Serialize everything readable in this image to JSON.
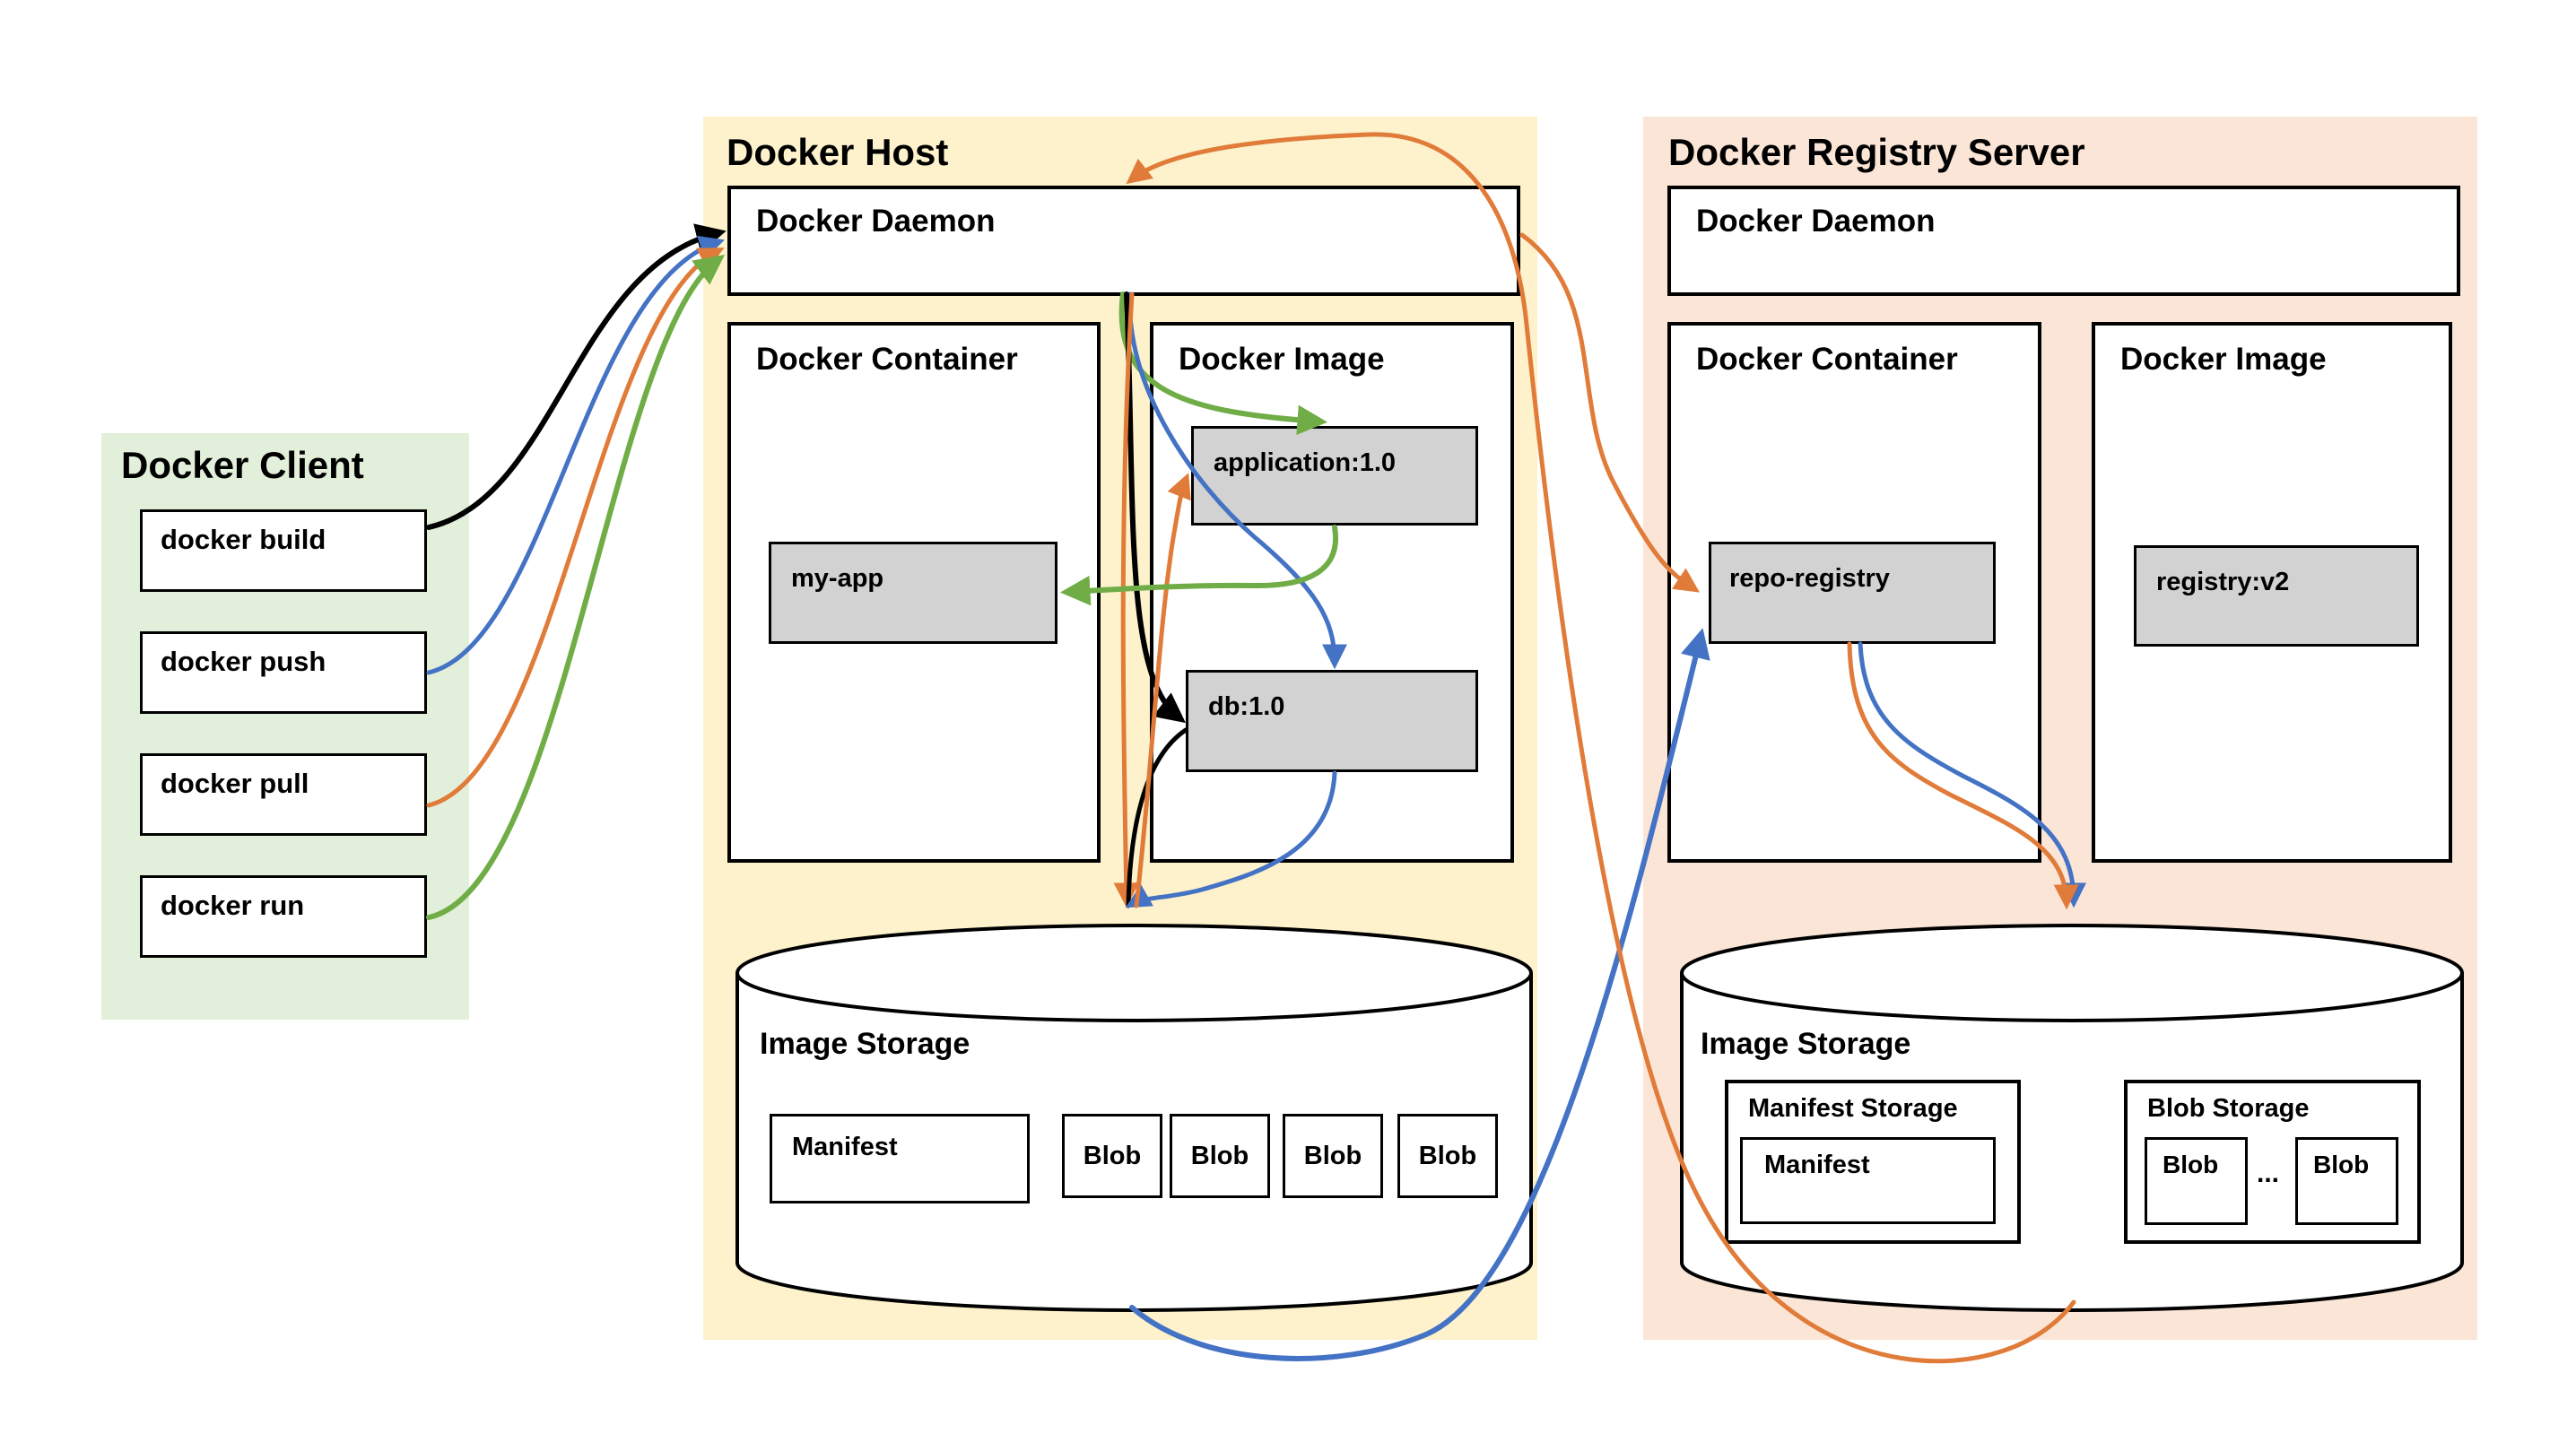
{
  "colors": {
    "client_panel_bg": "#e2efda",
    "host_panel_bg": "#fdf2cb",
    "registry_panel_bg": "#fbe5d6",
    "gray_box_bg": "#d2d2d2",
    "arrow_build": "#000000",
    "arrow_push": "#4472c4",
    "arrow_pull": "#e07b39",
    "arrow_run": "#70ad47"
  },
  "client": {
    "title": "Docker Client",
    "commands": [
      {
        "label": "docker build"
      },
      {
        "label": "docker push"
      },
      {
        "label": "docker pull"
      },
      {
        "label": "docker run"
      }
    ]
  },
  "host": {
    "title": "Docker Host",
    "daemon_label": "Docker Daemon",
    "container": {
      "title": "Docker Container",
      "items": [
        {
          "label": "my-app"
        }
      ]
    },
    "image": {
      "title": "Docker Image",
      "items": [
        {
          "label": "application:1.0"
        },
        {
          "label": "db:1.0"
        }
      ]
    },
    "storage": {
      "title": "Image Storage",
      "manifest_label": "Manifest",
      "blob_labels": [
        "Blob",
        "Blob",
        "Blob",
        "Blob"
      ]
    }
  },
  "registry": {
    "title": "Docker Registry Server",
    "daemon_label": "Docker Daemon",
    "container": {
      "title": "Docker Container",
      "items": [
        {
          "label": "repo-registry"
        }
      ]
    },
    "image": {
      "title": "Docker Image",
      "items": [
        {
          "label": "registry:v2"
        }
      ]
    },
    "storage": {
      "title": "Image Storage",
      "manifest_storage": {
        "title": "Manifest Storage",
        "item": "Manifest"
      },
      "blob_storage": {
        "title": "Blob Storage",
        "items": [
          "Blob",
          "Blob"
        ],
        "ellipsis": "..."
      }
    }
  }
}
